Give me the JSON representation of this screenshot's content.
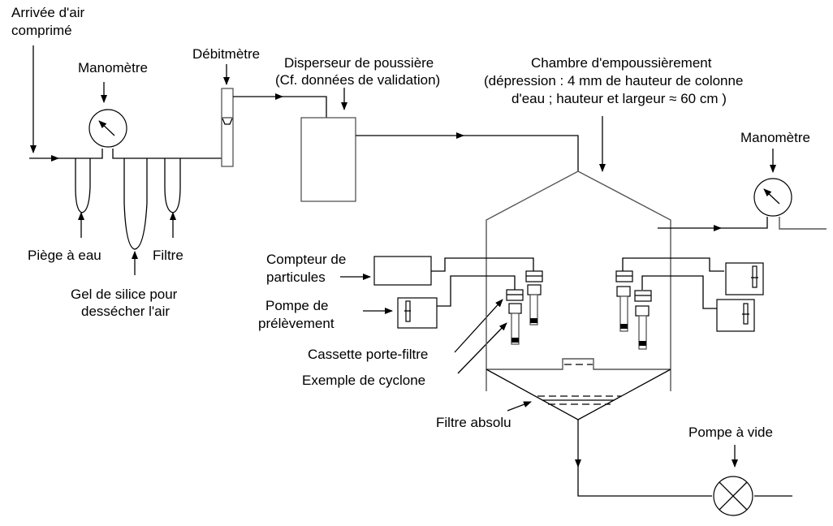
{
  "diagram": {
    "title": "Montage d'empoussièrement pour validation de prélèvement",
    "labels": {
      "air_inlet": [
        "Arrivée d'air",
        "comprimé"
      ],
      "manometer_left": "Manomètre",
      "flowmeter": "Débitmètre",
      "dust_disperser": [
        "Disperseur de poussière",
        "(Cf. données de validation)"
      ],
      "dust_chamber": [
        "Chambre d'empoussièrement",
        "(dépression : 4 mm de hauteur de colonne",
        "d'eau ; hauteur et largeur ≈ 60 cm )"
      ],
      "manometer_right": "Manomètre",
      "water_trap": "Piège à eau",
      "filter": "Filtre",
      "silica_gel": [
        "Gel de silice pour",
        "dessécher l'air"
      ],
      "particle_counter": [
        "Compteur de",
        "particules"
      ],
      "sampling_pump": [
        "Pompe de",
        "prélèvement"
      ],
      "filter_cassette": "Cassette porte-filtre",
      "cyclone_example": "Exemple de cyclone",
      "absolute_filter": "Filtre absolu",
      "vacuum_pump": "Pompe à vide"
    },
    "colors": {
      "line": "#000000",
      "chamber_line": "#555555",
      "background": "#ffffff"
    }
  }
}
